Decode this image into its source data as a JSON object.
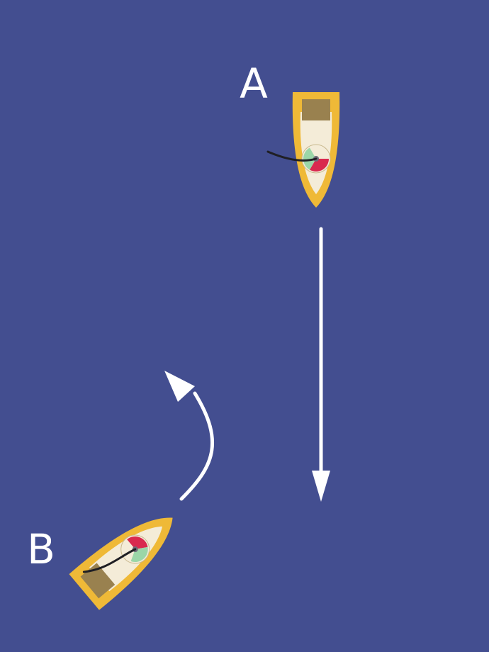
{
  "colors": {
    "water": "#434e90",
    "arrow": "#ffffff",
    "label": "#ffffff",
    "hull": "#efb937",
    "deck": "#f4ecd8",
    "seat": "#99814f",
    "tiller": "#1f1f24",
    "port_light": "#d9294e",
    "starboard_light": "#9bd6a8",
    "stern_light": "#f4ecd8"
  },
  "boats": [
    {
      "label": "A",
      "heading": "south",
      "icon": "motorboat-icon"
    },
    {
      "label": "B",
      "heading": "north-east",
      "icon": "motorboat-icon"
    }
  ],
  "arrows": [
    {
      "icon": "straight-arrow-icon",
      "direction": "down"
    },
    {
      "icon": "curved-arrow-icon",
      "direction": "up-left"
    }
  ]
}
